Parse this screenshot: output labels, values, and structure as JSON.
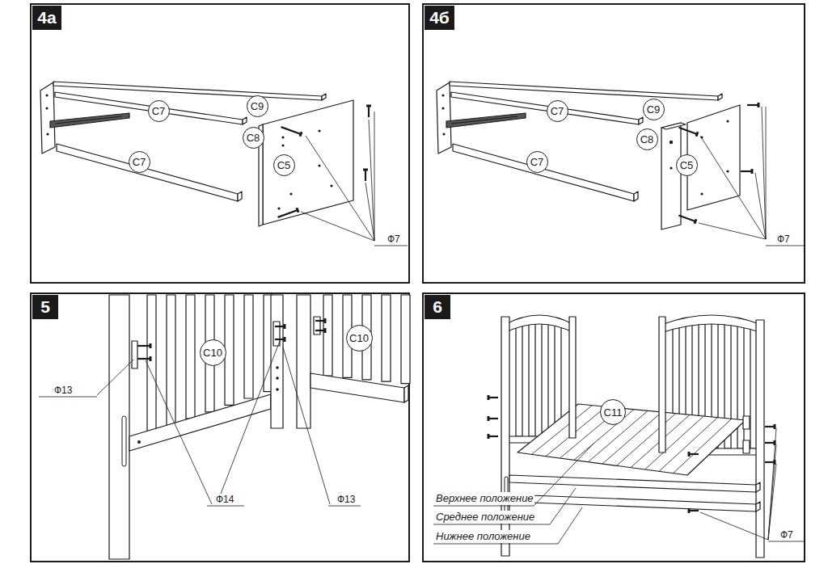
{
  "diagram": {
    "nodes": [
      {
        "text": [
          "4а"
        ]
      },
      {
        "text": [
          "C7"
        ]
      },
      {
        "text": [
          "C9"
        ]
      },
      {
        "text": [
          "C8"
        ]
      },
      {
        "text": [
          "C7"
        ]
      },
      {
        "text": [
          "C5"
        ]
      },
      {
        "text": [
          "4б"
        ]
      },
      {
        "text": [
          "C7"
        ]
      },
      {
        "text": [
          "C9"
        ]
      },
      {
        "text": [
          "C8"
        ]
      },
      {
        "text": [
          "C7"
        ]
      },
      {
        "text": [
          "C5"
        ]
      },
      {
        "text": [
          "5"
        ]
      },
      {
        "text": [
          "C10"
        ]
      },
      {
        "text": [
          "C10"
        ]
      },
      {
        "text": [
          "6"
        ]
      },
      {
        "text": [
          "C11"
        ]
      }
    ],
    "labels": [
      "Ф7",
      "Ф7",
      "Ф13",
      "Ф14",
      "Ф13",
      "Верхнее положение",
      "Среднее положение",
      "Нижнее положение",
      "Ф7"
    ]
  }
}
